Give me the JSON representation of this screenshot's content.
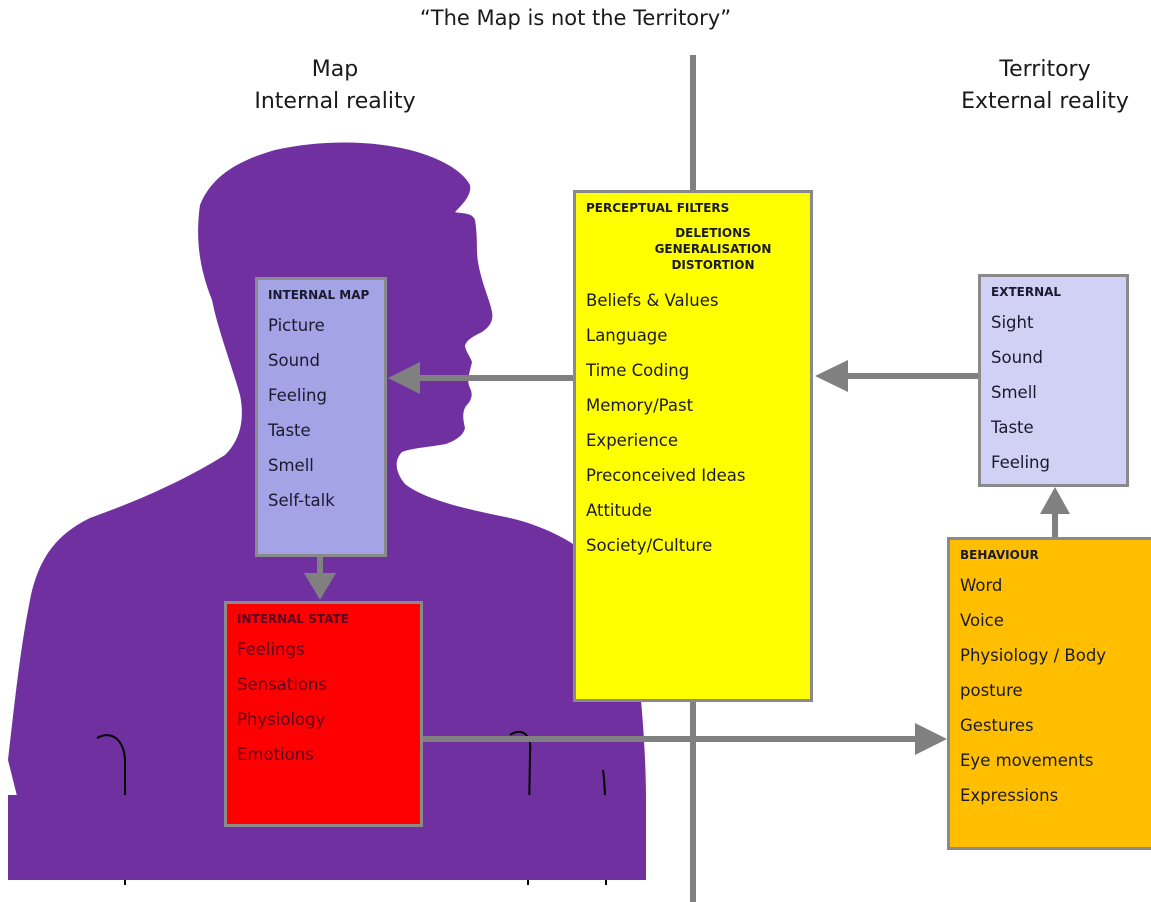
{
  "title": "“The Map is not the Territory”",
  "map_heading": {
    "line1": "Map",
    "line2": "Internal reality"
  },
  "territory_heading": {
    "line1": "Territory",
    "line2": "External reality"
  },
  "internal_map": {
    "heading": "INTERNAL MAP",
    "items": [
      "Picture",
      "Sound",
      "Feeling",
      "Taste",
      "Smell",
      "Self-talk"
    ]
  },
  "internal_state": {
    "heading": "INTERNAL STATE",
    "items": [
      "Feelings",
      "Sensations",
      "Physiology",
      "Emotions"
    ]
  },
  "perceptual_filters": {
    "heading": "PERCEPTUAL FILTERS",
    "sub": [
      "DELETIONS",
      "GENERALISATION",
      "DISTORTION"
    ],
    "items": [
      "Beliefs & Values",
      "Language",
      "Time Coding",
      "Memory/Past",
      "Experience",
      "Preconceived Ideas",
      "Attitude",
      "Society/Culture"
    ]
  },
  "external": {
    "heading": "EXTERNAL",
    "items": [
      "Sight",
      "Sound",
      "Smell",
      "Taste",
      "Feeling"
    ]
  },
  "behaviour": {
    "heading": "BEHAVIOUR",
    "items": [
      "Word",
      "Voice",
      "Physiology / Body",
      "posture",
      "Gestures",
      "Eye movements",
      "Expressions"
    ]
  },
  "colors": {
    "silhouette": "#7030a0",
    "internal_map": "#a3a3e6",
    "internal_state": "#ff0000",
    "filters": "#ffff00",
    "external": "#d1d1f5",
    "behaviour": "#ffbf00",
    "arrows": "#808080"
  }
}
